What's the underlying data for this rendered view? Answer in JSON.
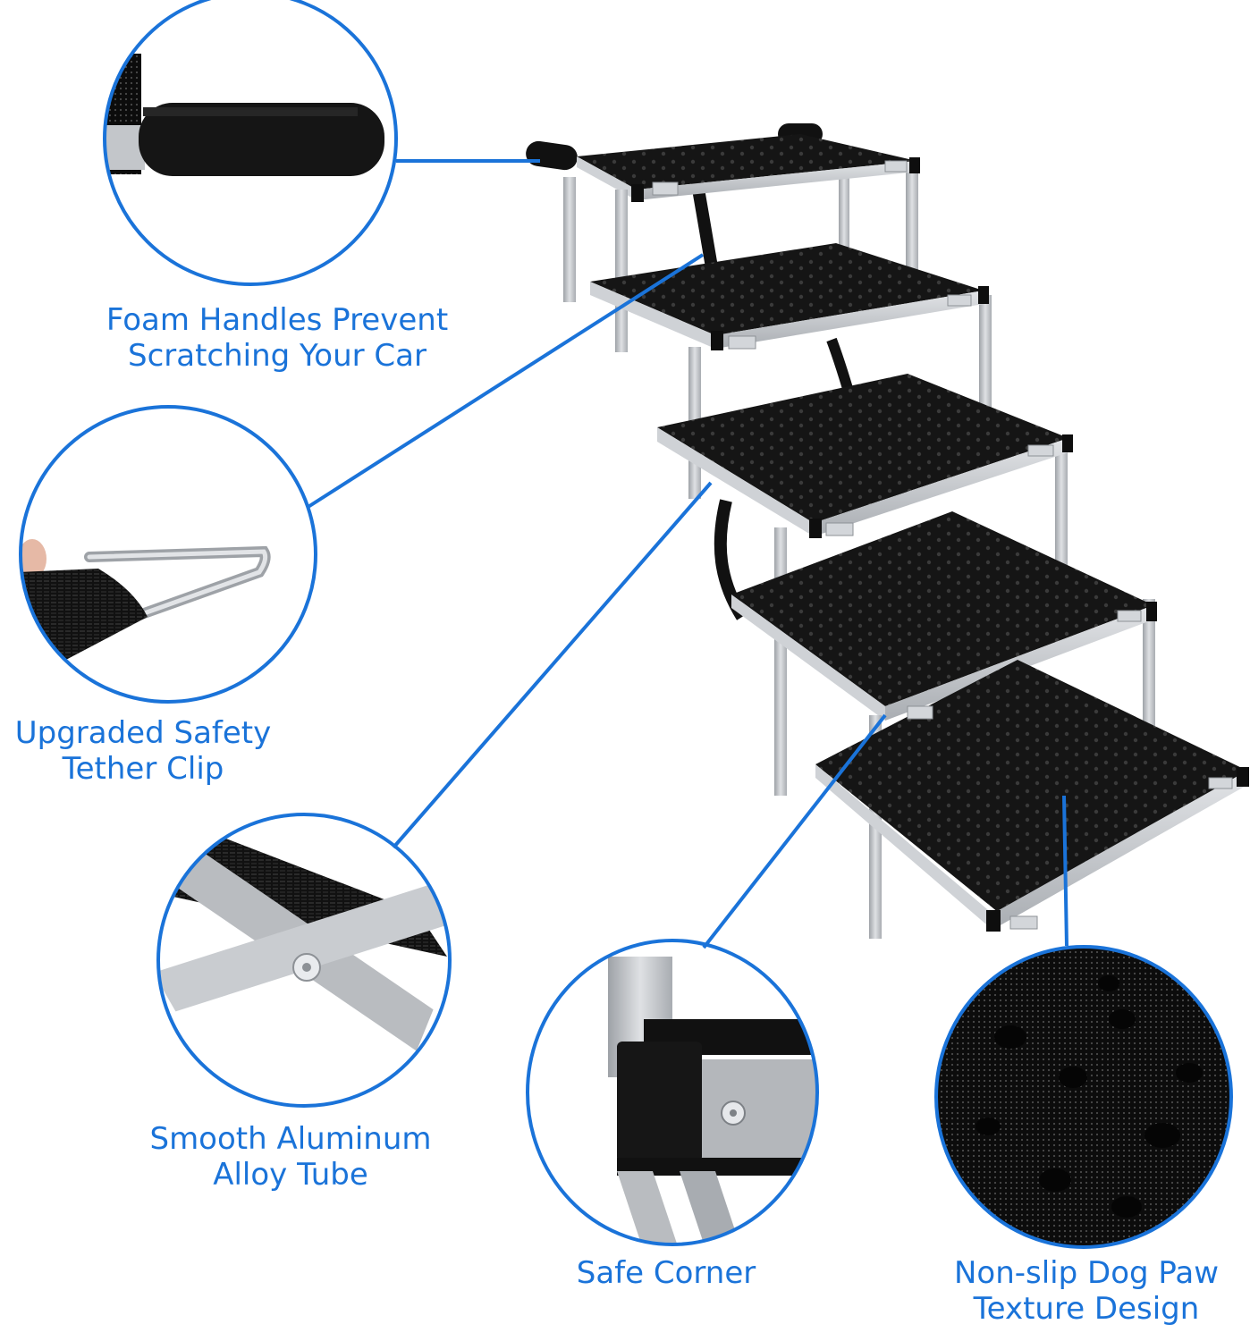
{
  "product": "Foldable Aluminum Dog Stairs (5 steps)",
  "theme": {
    "accent": "#1a73d9",
    "aluminum": "#c9ccd0",
    "tread": "#141414"
  },
  "stairs": {
    "step_count": 5
  },
  "callouts": [
    {
      "id": "foam",
      "icon": "foam-handle-icon",
      "lines": [
        "Foam Handles Prevent",
        "Scratching Your Car"
      ]
    },
    {
      "id": "tether",
      "icon": "carabiner-clip-icon",
      "lines": [
        "Upgraded Safety",
        "Tether Clip"
      ]
    },
    {
      "id": "tube",
      "icon": "aluminum-tube-icon",
      "lines": [
        "Smooth Aluminum",
        "Alloy Tube"
      ]
    },
    {
      "id": "corner",
      "icon": "safe-corner-icon",
      "lines": [
        "Safe Corner"
      ]
    },
    {
      "id": "paw",
      "icon": "paw-texture-icon",
      "lines": [
        "Non-slip Dog Paw",
        "Texture Design"
      ]
    }
  ]
}
